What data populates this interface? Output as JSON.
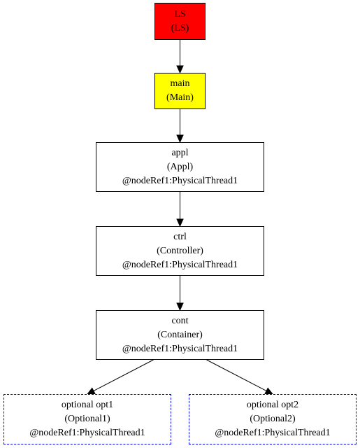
{
  "diagram": {
    "nodes": [
      {
        "id": "ls",
        "name": "LS",
        "type": "(LS)",
        "ref": "",
        "fill": "#ff0000",
        "style": "solid"
      },
      {
        "id": "main",
        "name": "main",
        "type": "(Main)",
        "ref": "",
        "fill": "#ffff00",
        "style": "solid"
      },
      {
        "id": "appl",
        "name": "appl",
        "type": "(Appl)",
        "ref": "@nodeRef1:PhysicalThread1",
        "fill": "#ffffff",
        "style": "solid"
      },
      {
        "id": "ctrl",
        "name": "ctrl",
        "type": "(Controller)",
        "ref": "@nodeRef1:PhysicalThread1",
        "fill": "#ffffff",
        "style": "solid"
      },
      {
        "id": "cont",
        "name": "cont",
        "type": "(Container)",
        "ref": "@nodeRef1:PhysicalThread1",
        "fill": "#ffffff",
        "style": "solid"
      },
      {
        "id": "opt1",
        "name": "optional opt1",
        "type": "(Optional1)",
        "ref": "@nodeRef1:PhysicalThread1",
        "fill": "#ffffff",
        "style": "dashed"
      },
      {
        "id": "opt2",
        "name": "optional opt2",
        "type": "(Optional2)",
        "ref": "@nodeRef1:PhysicalThread1",
        "fill": "#ffffff",
        "style": "dashed"
      }
    ],
    "edges": [
      {
        "from": "ls",
        "to": "main"
      },
      {
        "from": "main",
        "to": "appl"
      },
      {
        "from": "appl",
        "to": "ctrl"
      },
      {
        "from": "ctrl",
        "to": "cont"
      },
      {
        "from": "cont",
        "to": "opt1"
      },
      {
        "from": "cont",
        "to": "opt2"
      }
    ],
    "colors": {
      "edge": "#000000",
      "dashed_border": "#0000ff"
    }
  }
}
